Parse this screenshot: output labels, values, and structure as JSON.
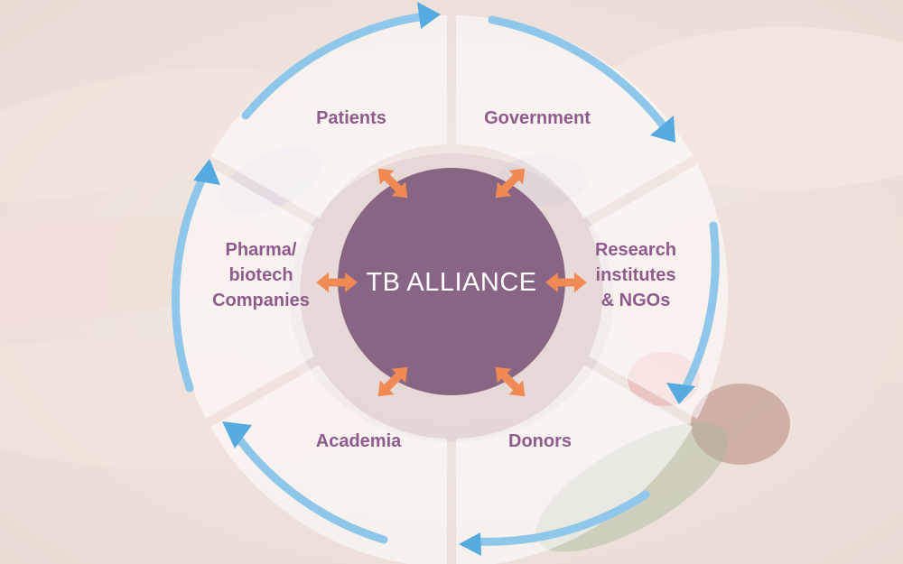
{
  "diagram": {
    "center": {
      "label": "TB ALLIANCE"
    },
    "segments": [
      {
        "id": "patients",
        "lines": [
          "Patients"
        ]
      },
      {
        "id": "government",
        "lines": [
          "Government"
        ]
      },
      {
        "id": "research",
        "lines": [
          "Research",
          "institutes",
          "& NGOs"
        ]
      },
      {
        "id": "donors",
        "lines": [
          "Donors"
        ]
      },
      {
        "id": "academia",
        "lines": [
          "Academia"
        ]
      },
      {
        "id": "pharma",
        "lines": [
          "Pharma/",
          "biotech",
          "Companies"
        ]
      }
    ]
  },
  "colors": {
    "circle": "#7c5479",
    "label": "#8f5a8c",
    "connector_arrow": "#ef8a55",
    "cycle_arrow": "#5aaedf"
  }
}
